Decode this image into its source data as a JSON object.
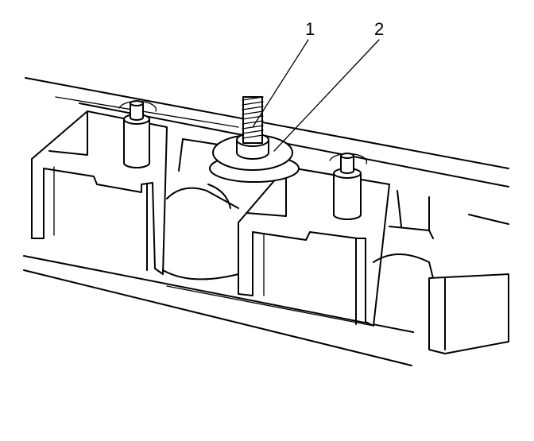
{
  "callouts": [
    {
      "label": "1",
      "part": "stud"
    },
    {
      "label": "2",
      "part": "washer"
    }
  ],
  "colors": {
    "ink": "#000000",
    "paper": "#ffffff"
  }
}
